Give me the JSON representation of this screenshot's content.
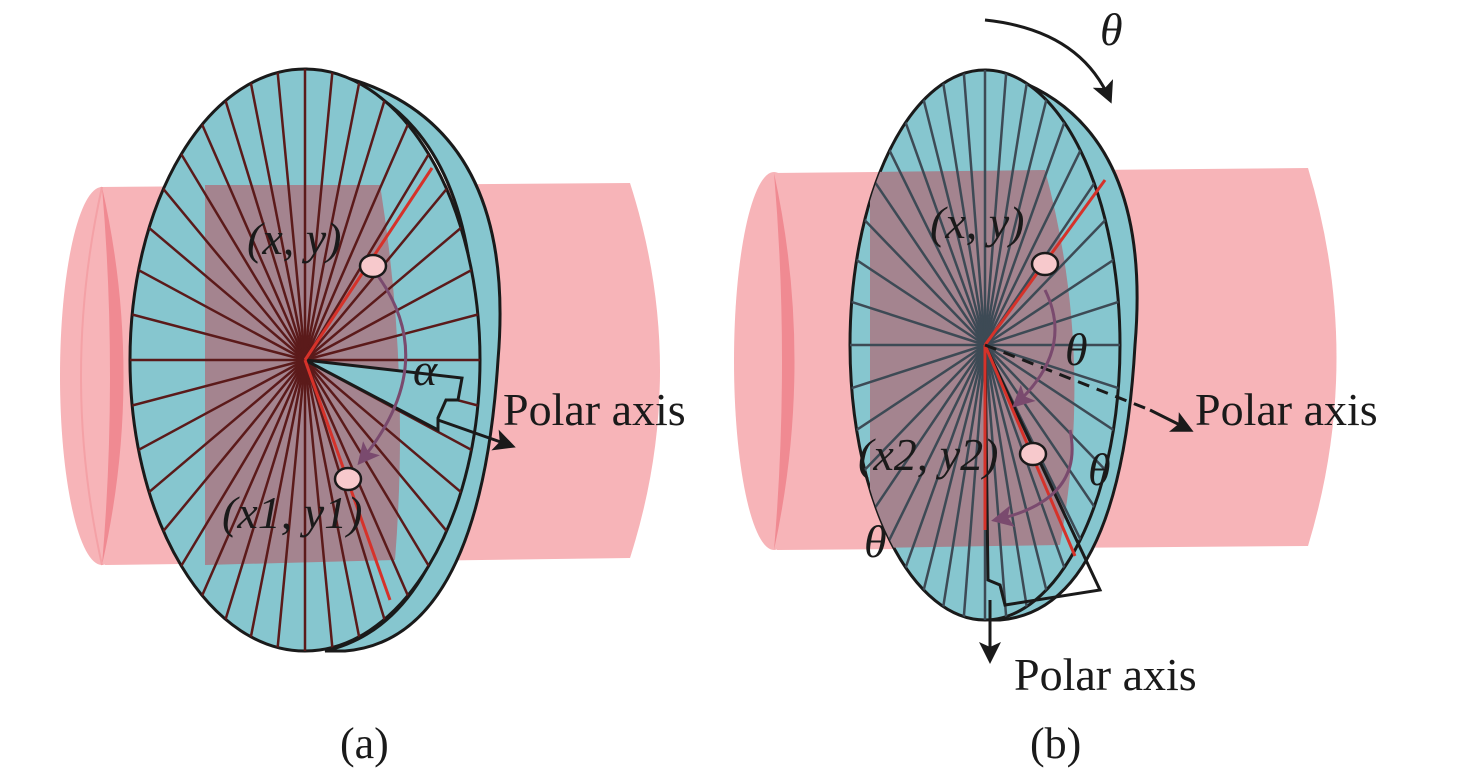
{
  "panels": {
    "a": {
      "caption": "(a)",
      "point_label": "(x, y)",
      "rotated_point_label": "(x1, y1)",
      "angle_label": "α",
      "axis_label": "Polar axis"
    },
    "b": {
      "caption": "(b)",
      "top_rotation_label": "θ",
      "point_label": "(x, y)",
      "rotated_point_label": "(x2, y2)",
      "inner_angle_label": "θ",
      "right_angle_label": "θ",
      "bottom_angle_label": "θ",
      "axis_label_right": "Polar axis",
      "axis_label_bottom": "Polar axis"
    }
  },
  "colors": {
    "cylinder": "#f7b4b8",
    "cylinder_edge": "#f0949a",
    "disk": "#86c6cf",
    "disk_overlap": "#a4848f",
    "spoke_dark": "#5b1a1a",
    "radius_red": "#d6322a",
    "point_fill": "#f7c9cc",
    "arrow_purple": "#7a4a6e"
  }
}
